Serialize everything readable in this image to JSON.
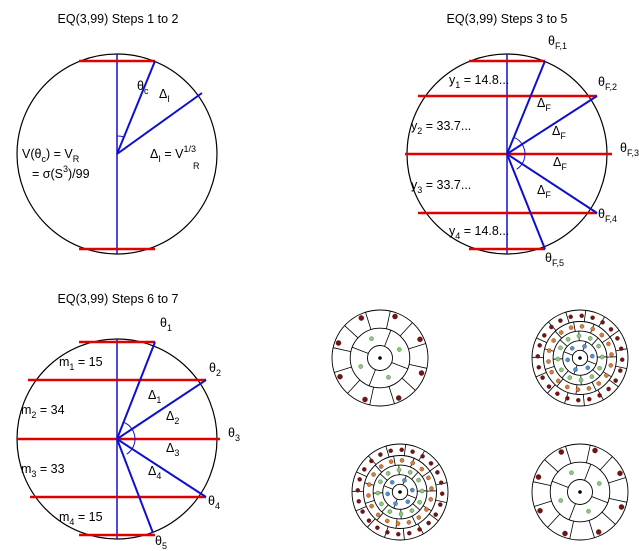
{
  "colors": {
    "partition_line": "#e00000",
    "angle_line": "#1010cc",
    "outline": "#000000",
    "dot_dark": "#7a1010",
    "dot_orange": "#e07a2a",
    "dot_green": "#88cc77",
    "dot_blue": "#4f90d8"
  },
  "panel1": {
    "title": "EQ(3,99) Steps 1 to 2",
    "theta": "θ",
    "theta_sub": "c",
    "delta": "Δ",
    "delta_sub": "I",
    "eq_delta_pre": "Δ",
    "eq_delta_sub": "I",
    "eq_delta_mid": " = V",
    "eq_delta_sup": "1/3",
    "eq_delta_sub2": "R",
    "vol_pre": "V(θ",
    "vol_sub": "c",
    "vol_mid": ") = V",
    "vol_sub2": "R",
    "sigma_pre": "= σ(S",
    "sigma_sup": "3",
    "sigma_post": ")/99"
  },
  "panel2": {
    "title": "EQ(3,99) Steps 3 to 5",
    "thetas": [
      {
        "t": "θ",
        "s": "F,1"
      },
      {
        "t": "θ",
        "s": "F,2"
      },
      {
        "t": "θ",
        "s": "F,3"
      },
      {
        "t": "θ",
        "s": "F,4"
      },
      {
        "t": "θ",
        "s": "F,5"
      }
    ],
    "ys": [
      {
        "p": "y",
        "s": "1",
        "v": " = 14.8..."
      },
      {
        "p": "y",
        "s": "2",
        "v": " = 33.7..."
      },
      {
        "p": "y",
        "s": "3",
        "v": " = 33.7..."
      },
      {
        "p": "y",
        "s": "4",
        "v": " = 14.8..."
      }
    ],
    "delta": "Δ",
    "delta_sub": "F"
  },
  "panel3": {
    "title": "EQ(3,99) Steps 6 to 7",
    "thetas": [
      {
        "t": "θ",
        "s": "1"
      },
      {
        "t": "θ",
        "s": "2"
      },
      {
        "t": "θ",
        "s": "3"
      },
      {
        "t": "θ",
        "s": "4"
      },
      {
        "t": "θ",
        "s": "5"
      }
    ],
    "ms": [
      {
        "p": "m",
        "s": "1",
        "v": " = 15"
      },
      {
        "p": "m",
        "s": "2",
        "v": " = 34"
      },
      {
        "p": "m",
        "s": "3",
        "v": " = 33"
      },
      {
        "p": "m",
        "s": "4",
        "v": " = 15"
      }
    ],
    "deltas": [
      {
        "t": "Δ",
        "s": "1"
      },
      {
        "t": "Δ",
        "s": "2"
      },
      {
        "t": "Δ",
        "s": "3"
      },
      {
        "t": "Δ",
        "s": "4"
      }
    ]
  },
  "views": [
    {
      "name": "north-polar-view",
      "rings": [
        1,
        4,
        12
      ]
    },
    {
      "name": "side-view-right",
      "rings": [
        1,
        6,
        12,
        18,
        24
      ]
    },
    {
      "name": "side-view-left",
      "rings": [
        1,
        6,
        12,
        18,
        24
      ]
    },
    {
      "name": "south-polar-view",
      "rings": [
        1,
        4,
        12
      ]
    }
  ]
}
